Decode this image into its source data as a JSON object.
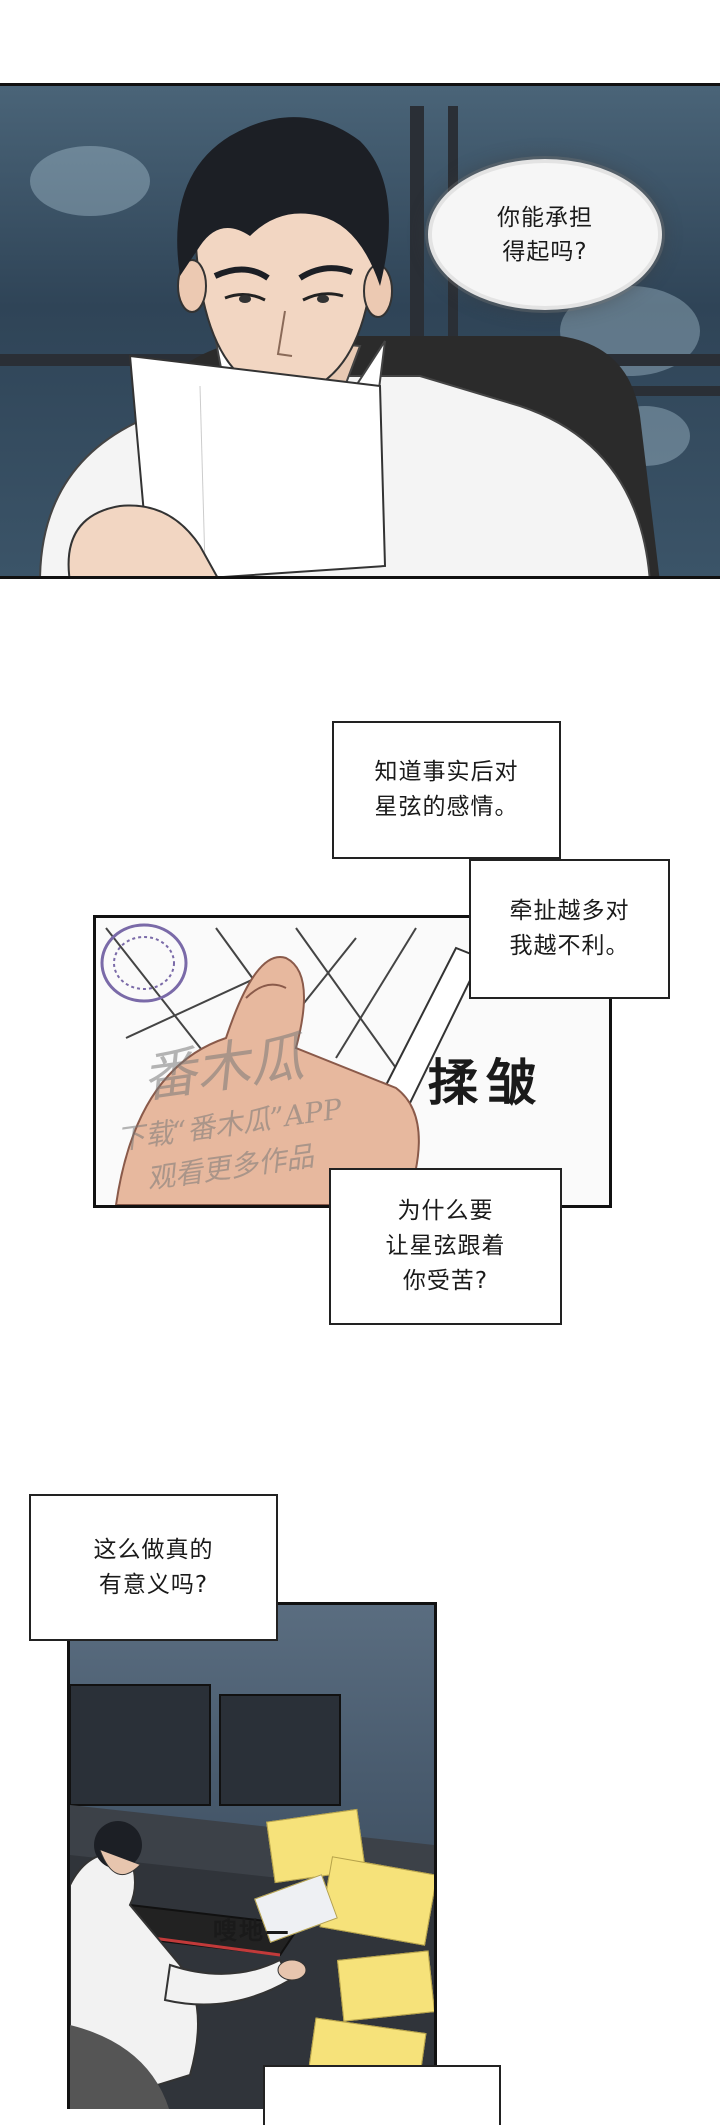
{
  "panel1": {
    "speech_bubble": "你能承担\n得起吗?"
  },
  "captions": {
    "feelings": "知道事实后对\n星弦的感情。",
    "disadvantage": "牵扯越多对\n我越不利。",
    "suffer": "为什么要\n让星弦跟着\n你受苦?",
    "meaningful": "这么做真的\n有意义吗?"
  },
  "panel2": {
    "sfx": "揉皱",
    "watermark_line1": "番木瓜",
    "watermark_line2": "下载“番木瓜”APP",
    "watermark_line3": "观看更多作品"
  },
  "panel3": {
    "sfx": "嗖地—"
  },
  "colors": {
    "panel_border": "#111111",
    "night_sky": "#3b5468",
    "paper_yellow": "#f6e27a"
  }
}
